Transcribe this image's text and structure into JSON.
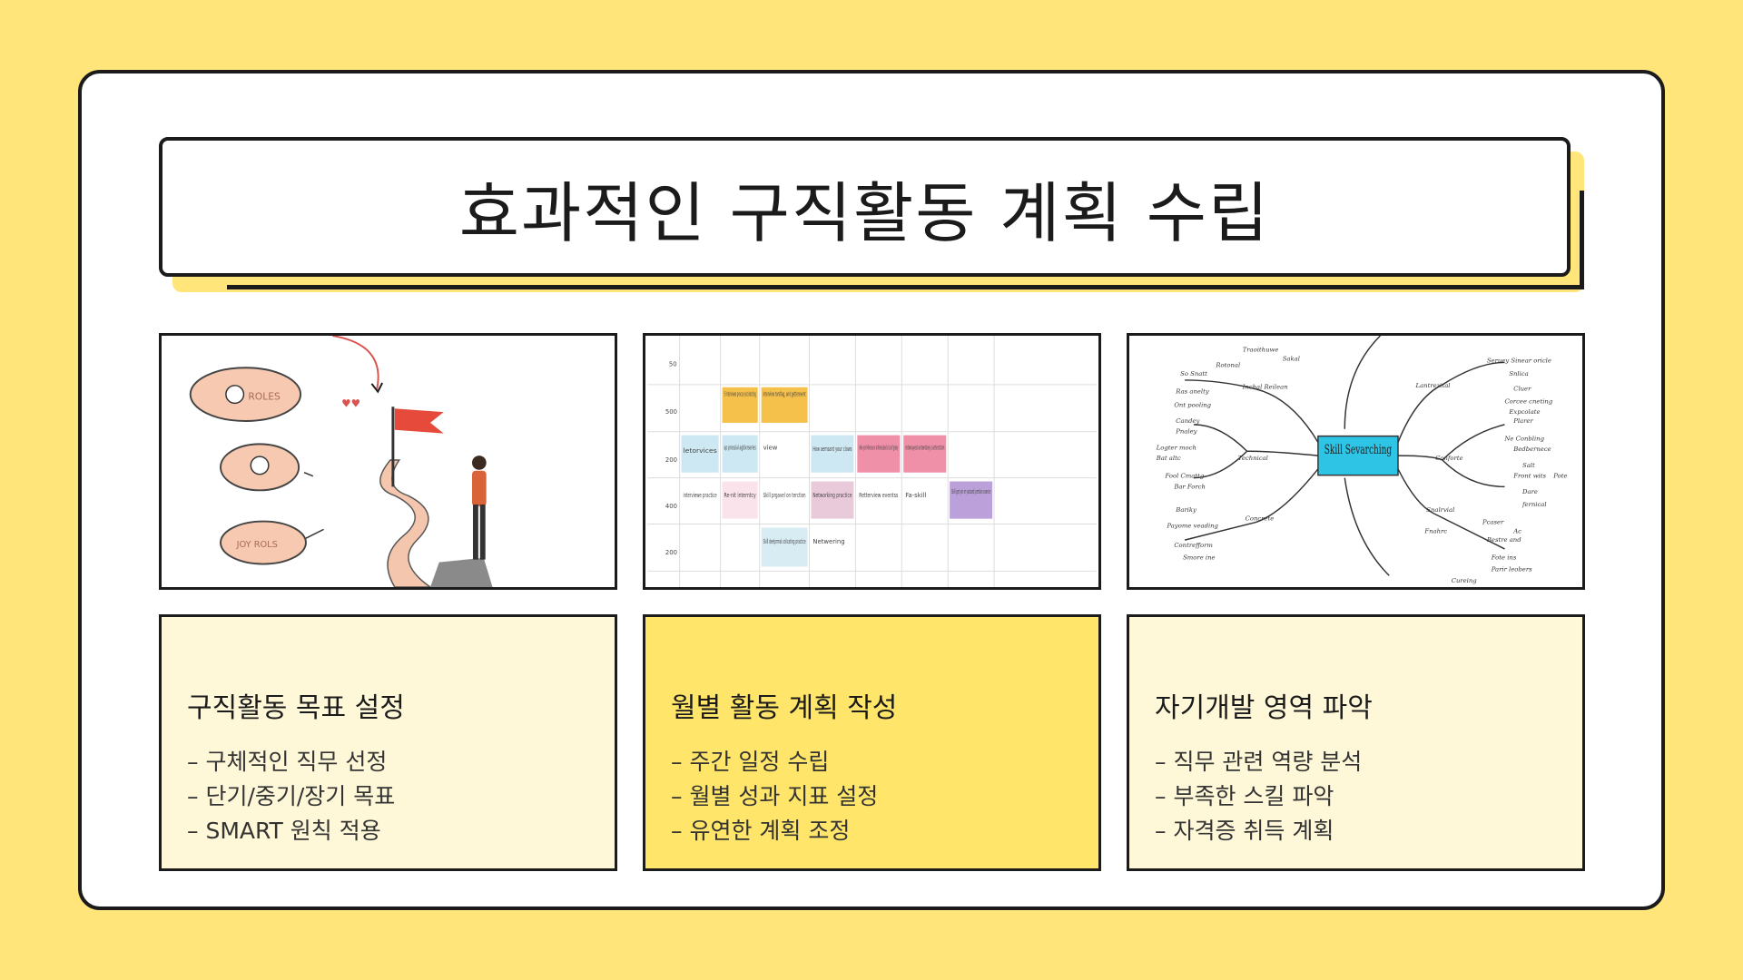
{
  "title": "효과적인 구직활동 계획 수립",
  "colors": {
    "background": "#FFE57A",
    "panel_light": "#FFF8D8",
    "panel_highlight": "#FFE66A",
    "border": "#1B1B1B"
  },
  "illustrations": {
    "goal": {
      "bubble_labels": [
        "ROLES",
        "JOY ROLS"
      ]
    },
    "calendar": {
      "row_labels": [
        "50",
        "500",
        "200",
        "400",
        "200"
      ],
      "events": [
        "5 interviews pracce sut decting",
        "Interview torstlag, and getterevent",
        "letorvices",
        "ap prossial agblerseries",
        "view",
        "How aemsant your clows",
        "Inke yor Hikeras or anferecated cics of greey",
        "retwrayed anterobey carterction",
        "interviewe practice",
        "Re-nit interntcy",
        "Skill prgavel on terction",
        "Networking practice",
        "Retterview eventss",
        "Fa-skill",
        "Skill get yor or youtardi pention avence",
        "Skill deelprmal colicating practice",
        "Netwering"
      ]
    },
    "mindmap": {
      "center": "Skill Sevarching",
      "branches": [
        "Technical",
        "Conforte",
        "Concrete",
        "Snalrvial",
        "Lantrezital",
        "Inchal Reilean"
      ],
      "leaves": [
        "Traoithuwe",
        "Sakal",
        "Rotonal",
        "So Snatt",
        "Ras anelty",
        "Ont pooling",
        "Candey",
        "Pnaley",
        "Logter moch",
        "Bat altc",
        "Fool Cmattg",
        "Bar Forch",
        "Bariky",
        "Payome veading",
        "Contrefform",
        "Smore ine",
        "Seruey Sinear oricle",
        "Snlica",
        "Cluer",
        "Corcee cneting",
        "Expcolate",
        "Plarer",
        "Ne Conbling",
        "Bedbernece",
        "Salt",
        "Front wits",
        "Pote",
        "Dare",
        "fernical",
        "Pcaser",
        "Ac",
        "Bestre and",
        "Fote ins",
        "Parir leobers",
        "Fnahrc",
        "Cureing"
      ]
    }
  },
  "panels": [
    {
      "heading": "구직활동 목표 설정",
      "items": [
        "– 구체적인 직무 선정",
        "– 단기/중기/장기 목표",
        "– SMART 원칙 적용"
      ],
      "bg": "#FFF8D8"
    },
    {
      "heading": "월별 활동 계획 작성",
      "items": [
        "– 주간 일정 수립",
        "– 월별 성과 지표 설정",
        "– 유연한 계획 조정"
      ],
      "bg": "#FFE66A"
    },
    {
      "heading": "자기개발 영역 파악",
      "items": [
        "– 직무 관련 역량 분석",
        "– 부족한 스킬 파악",
        "– 자격증 취득 계획"
      ],
      "bg": "#FFF8D8"
    }
  ]
}
